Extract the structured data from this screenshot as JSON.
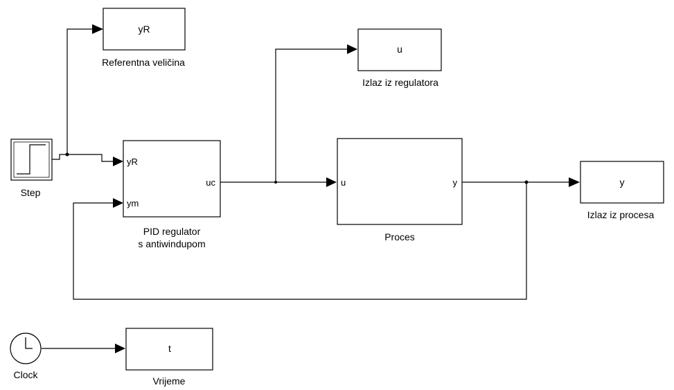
{
  "blocks": {
    "step": {
      "caption": "Step"
    },
    "clock": {
      "caption": "Clock"
    },
    "yr_scope": {
      "text": "yR",
      "caption": "Referentna veličina"
    },
    "u_scope": {
      "text": "u",
      "caption": "Izlaz iz regulatora"
    },
    "y_scope": {
      "text": "y",
      "caption": "Izlaz iz procesa"
    },
    "t_scope": {
      "text": "t",
      "caption": "Vrijeme"
    },
    "pid": {
      "in1": "yR",
      "in2": "ym",
      "out": "uc",
      "caption_line1": "PID regulator",
      "caption_line2": "s antiwindupom"
    },
    "process": {
      "in": "u",
      "out": "y",
      "caption": "Proces"
    }
  }
}
